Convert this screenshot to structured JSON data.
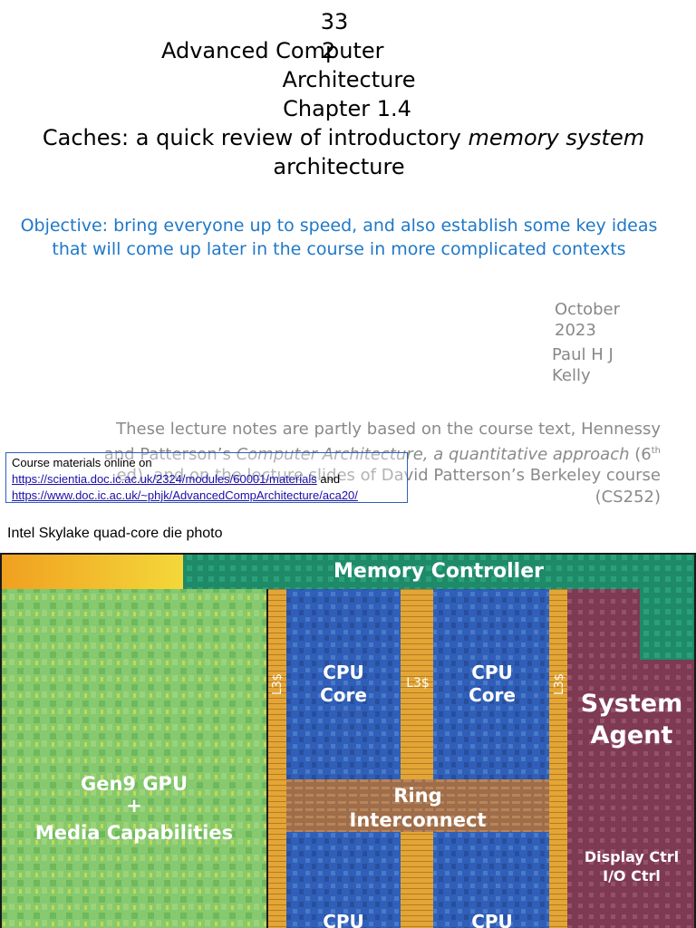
{
  "slide": {
    "number": "33",
    "subnumber": "2",
    "title_lines": [
      "Advanced Computer",
      "Architecture",
      "Chapter 1.4"
    ],
    "subtitle_before": "Caches: a quick review of introductory ",
    "subtitle_italic": "memory system",
    "subtitle_after": "architecture",
    "objective": "Objective: bring everyone up to speed, and also establish some key ideas that will come up later in the course in more complicated contexts",
    "date_line1": "October",
    "date_line2": "2023",
    "author_line1": "Paul H J",
    "author_line2": "Kelly"
  },
  "credit": {
    "part1": "These lecture notes are partly based on the course text, Hennessy and Patterson’s ",
    "book_title": "Computer Architecture, a quantitative approach",
    "edition_pre": " (6",
    "edition_sup": "th",
    "edition_post": " ed), and on the lecture slides of David Patterson’s Berkeley course (CS252)"
  },
  "materials": {
    "heading": "Course materials online on",
    "link1": "https://scientia.doc.ic.ac.uk/2324/modules/60001/materials",
    "conj": " and",
    "link2": "https://www.doc.ic.ac.uk/~phjk/AdvancedCompArchitecture/aca20/"
  },
  "figure": {
    "caption": "Intel Skylake quad-core die photo",
    "labels": {
      "memory_controller": "Memory Controller",
      "cpu": "CPU",
      "core": "Core",
      "l3": "L3$",
      "system": "System",
      "agent": "Agent",
      "gpu1": "Gen9 GPU",
      "gpu_plus": "+",
      "gpu2": "Media Capabilities",
      "ring1": "Ring",
      "ring2": "Interconnect",
      "display": "Display Ctrl",
      "io": "I/O Ctrl"
    }
  },
  "colors": {
    "objective": "#1f78c8",
    "gpu": "#7ec86a",
    "core": "#2a5bb5",
    "cache": "#e8a93a",
    "memctrl": "#1f8a6a",
    "sysagent": "#7a3550",
    "ring": "#9a6a4a"
  }
}
